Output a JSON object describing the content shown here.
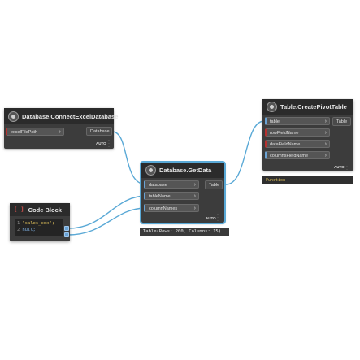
{
  "nodes": {
    "connect_excel": {
      "title": "Database.ConnectExcelDatabase",
      "inputs": [
        "excelFilePath"
      ],
      "output": "Database",
      "lacing": "AUTO"
    },
    "get_data": {
      "title": "Database.GetData",
      "inputs": [
        "database",
        "tableName",
        "columnNames"
      ],
      "output": "Table",
      "lacing": "AUTO",
      "preview": "Table(Rows: 200, Columns: 15)"
    },
    "code_block": {
      "title": "Code Block",
      "lines": [
        {
          "num": "1",
          "code": "\"sales_cdx\";"
        },
        {
          "num": "2",
          "code": "null;"
        }
      ]
    },
    "create_pivot": {
      "title": "Table.CreatePivotTable",
      "inputs": [
        "table",
        "rowFieldName",
        "dataFieldName",
        "columnsFieldName"
      ],
      "output": "Table",
      "lacing": "AUTO",
      "preview": "Function"
    }
  },
  "colors": {
    "wire": "#5aa9d6",
    "selection_border": "#5aa9d6",
    "required_input": "#b8312f"
  },
  "icons": {
    "node_icon": "dynamo-node-icon",
    "code_block_icon": "code-brackets-icon",
    "port_chevron": "chevron-right-icon",
    "menu": "vertical-ellipsis-icon"
  }
}
